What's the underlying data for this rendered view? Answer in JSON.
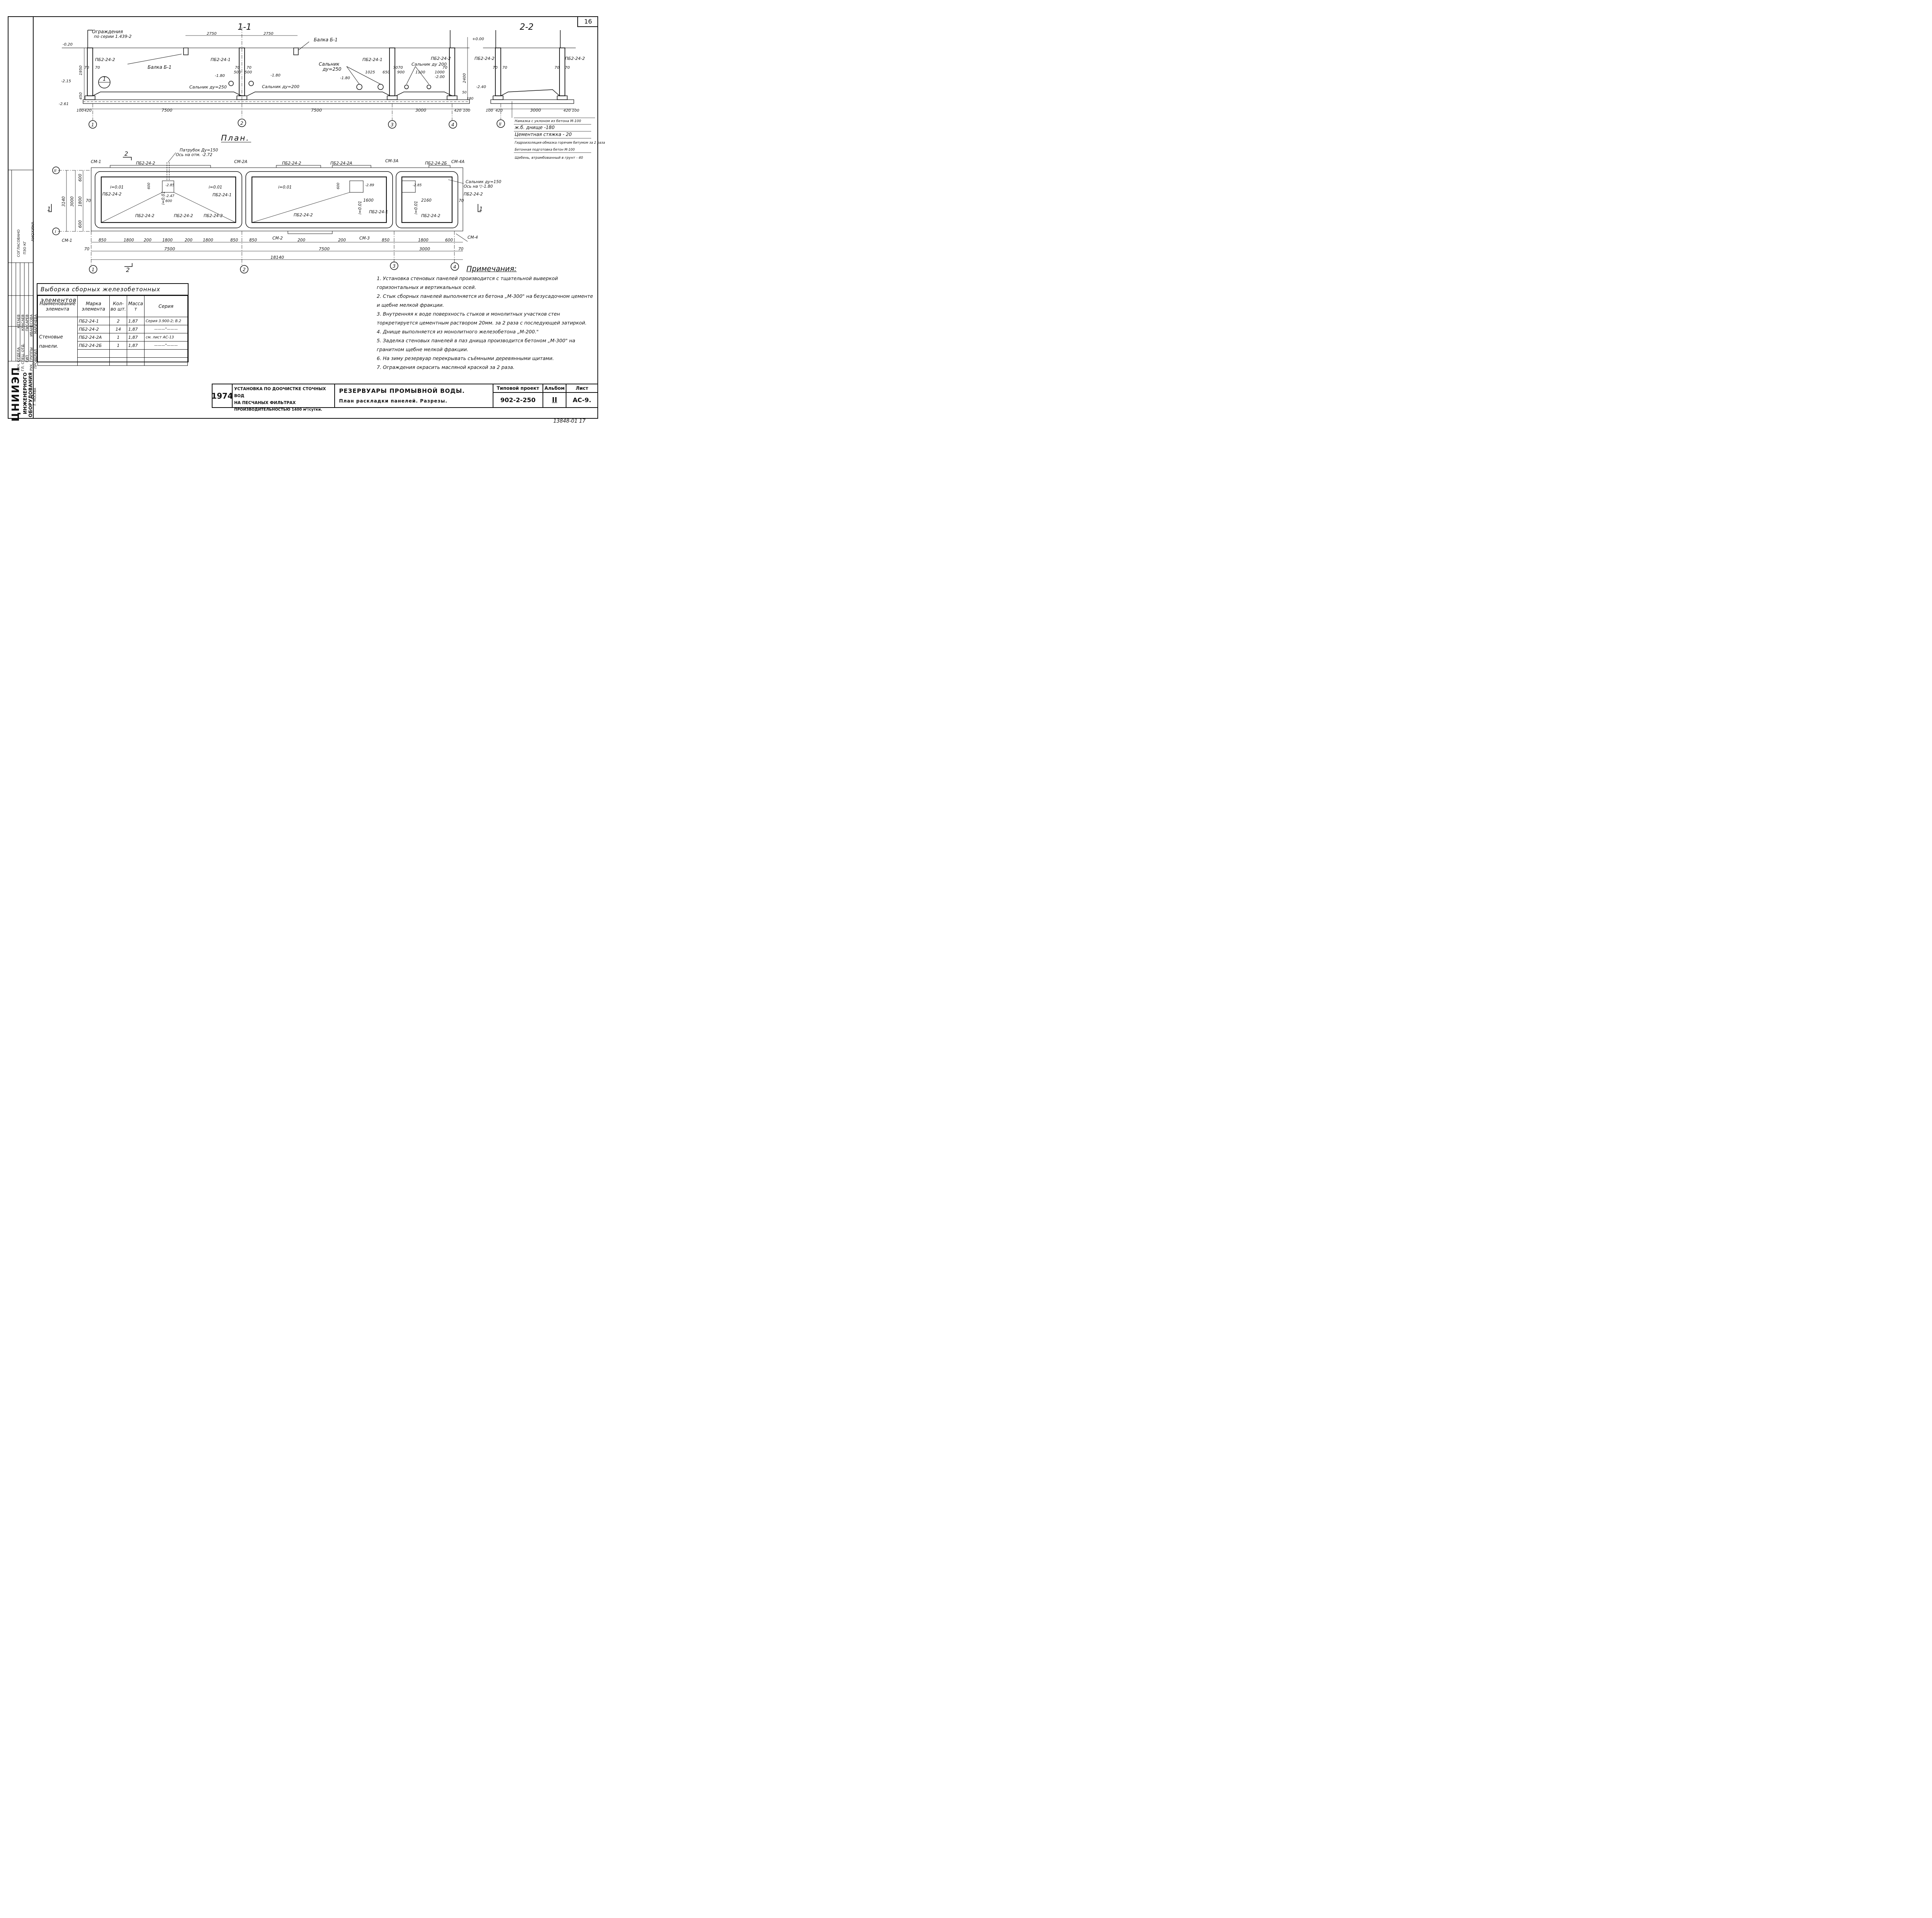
{
  "sheet_number": "16",
  "stamp": "13848-01   17",
  "sidebar": {
    "org": [
      "ЦНИИЭП",
      "ИНЖЕНЕРНОГО",
      "ОБОРУДОВАНИЯ",
      "Г. МОСКВА"
    ],
    "approved": "СОГЛАСОВАНО",
    "approved_rows": [
      "ПЗО КГ",
      "АНОХИНА"
    ],
    "roles": [
      "НАЧ. ОТДЕЛА",
      "ГЛ. СПЕЦ. ОТД.",
      "ГИП",
      "РУК. ГРУППЫ",
      "ПРОВЕРИЛ"
    ],
    "names": [
      "КЕТАЕВ",
      "КРАСАЕВ",
      "ПИСАРЕВ",
      "ИВАНЕСОВА",
      "МАРИЧЕВА"
    ]
  },
  "section_1": {
    "title": "1-1",
    "fence_label": [
      "Ограждения",
      "по серии 1.439-2"
    ],
    "labels": {
      "beam_b1_top": "Балка Б-1",
      "beam_b1_left": "Балка Б-1",
      "panel_1": "ПБ2-24-2",
      "panel_2": "ПБ2-24-1",
      "panel_3": "ПБ2-24-1",
      "panel_4": "ПБ2-24-2",
      "gland_250_a": "Сальник ду=250",
      "gland_200_a": "Сальник ду=200",
      "gland_250_b": [
        "Сальник",
        "ду=250"
      ],
      "gland_200_b": "Сальник ду 200"
    },
    "levels": [
      "-0.20",
      "-2.15",
      "-2.61",
      "-1.80",
      "-1.80",
      "-1.80",
      "-2.00",
      "+0.00",
      "-2.40"
    ],
    "dims_top": [
      "2750",
      "2750"
    ],
    "dims_vertical": [
      "1950",
      "450",
      "2400",
      "50",
      "180"
    ],
    "dims_small": [
      "70",
      "70",
      "70",
      "70",
      "500",
      "500",
      "1025",
      "650",
      "900",
      "1100",
      "1000",
      "70",
      "70",
      "70"
    ],
    "dims_bottom": [
      "100",
      "420",
      "7500",
      "7500",
      "3000",
      "420",
      "100"
    ],
    "axes": [
      "1",
      "2",
      "3",
      "4"
    ],
    "callout": "1"
  },
  "section_2": {
    "title": "2-2",
    "labels": [
      "ПБ2-24-2",
      "ПБ2-24-2"
    ],
    "dims": [
      "70",
      "70",
      "70",
      "70"
    ],
    "dims_bottom": [
      "100",
      "420",
      "3000",
      "420",
      "100"
    ],
    "axis": "II",
    "layers": [
      "Намазка с уклоном из бетона М-100",
      "ж.б. днище  -180",
      "Цементная стяжка - 20",
      "Гидроизоляция-обмазка горячим битумом за 2 раза",
      "Бетонная подготовка бетон М-100",
      "Щебень, втрамбованный в грунт - 40"
    ]
  },
  "plan": {
    "title": "План.",
    "pipe_label": [
      "Патрубок Ду=150",
      "Ось на отм. -2.72"
    ],
    "gland_label": [
      "Сальник ду=150",
      "Ось на ▽-1.80"
    ],
    "section_marks": [
      "1",
      "1",
      "2",
      "2"
    ],
    "cm": [
      "СМ-1",
      "СМ-2А",
      "СМ-3А",
      "СМ-4А",
      "СМ-1",
      "СМ-2",
      "СМ-3",
      "СМ-4"
    ],
    "panels_top": [
      "ПБ2-24-2",
      "ПБ2-24-2",
      "ПБ2-24-2А",
      "ПБ2-24-2Б"
    ],
    "panels_in": [
      "ПБ2-24-2",
      "ПБ2-24-1",
      "ПБ2-24-2",
      "ПБ2-24-2",
      "ПБ2-24-2",
      "ПБ2-24-2",
      "ПБ2-24-1",
      "ПБ2-24-2",
      "ПБ2-24-2"
    ],
    "slopes": [
      "i=0.01",
      "i=0.01",
      "i=0.01",
      "i=0.01",
      "i=0.01",
      "i=0.01"
    ],
    "levels": [
      "-2.85",
      "-2.47",
      "-2.89",
      "-2.85"
    ],
    "dims_inner": [
      "600",
      "600",
      "600",
      "1600",
      "2160"
    ],
    "dims_vertical": [
      "3140",
      "3000",
      "600",
      "1800",
      "600",
      "70",
      "70"
    ],
    "dims_bottom_row": [
      "850",
      "1800",
      "200",
      "1800",
      "200",
      "1800",
      "850",
      "850",
      "200",
      "200",
      "850",
      "1800",
      "600"
    ],
    "dims_total_row": [
      "70",
      "7500",
      "7500",
      "3000",
      "70"
    ],
    "overall": "18140",
    "axes": [
      "1",
      "2",
      "3",
      "4"
    ],
    "axes_side": [
      "II",
      "I"
    ]
  },
  "spec_table": {
    "caption": "Выборка сборных железобетонных элементов",
    "headers": [
      "Наименование элемента",
      "Марка элемента",
      "Кол-во шт.",
      "Масса т",
      "Серия"
    ],
    "group_name": [
      "Стеновые",
      "панели."
    ],
    "rows": [
      [
        "ПБ2-24-1",
        "2",
        "1,87",
        "Серия 3.900-2; В.2"
      ],
      [
        "ПБ2-24-2",
        "14",
        "1,87",
        "———\"———"
      ],
      [
        "ПБ2-24-2А",
        "1",
        "1,87",
        "см. лист АС-13"
      ],
      [
        "ПБ2-24-2Б",
        "1",
        "1,87",
        "———\"———"
      ]
    ]
  },
  "notes": {
    "heading": "Примечания:",
    "items": [
      "1. Установка стеновых панелей производится с тщательной выверкой горизонтальных и вертикальных осей.",
      "2. Стык сборных панелей выполняется из бетона „М-300\" на безусадочном цементе и щебне мелкой фракции.",
      "3. Внутренняя к воде поверхность стыков и монолитных участков стен торкретируется цементным раствором 20мм. за 2 раза с последующей затиркой.",
      "4. Днище выполняется из монолитного железобетона „М-200.\"",
      "5. Заделка стеновых панелей в паз днища производится бетоном „М-300\" на гранитном щебне мелкой фракции.",
      "6. На зиму резервуар перекрывать съёмными деревянными щитами.",
      "7. Ограждения окрасить масляной краской за 2 раза."
    ]
  },
  "title_block": {
    "year": "1974",
    "project": [
      "УСТАНОВКА ПО ДООЧИСТКЕ СТОЧНЫХ ВОД",
      "НА ПЕСЧАНЫХ ФИЛЬТРАХ",
      "ПРОИЗВОДИТЕЛЬНОСТЬЮ 1400 м³/сутки."
    ],
    "sheet_title": [
      "РЕЗЕРВУАРЫ  ПРОМЫВНОЙ  ВОДЫ.",
      "План раскладки панелей. Разрезы."
    ],
    "type_label": "Типовой проект",
    "type_value": "902-2-250",
    "album_label": "Альбом",
    "album_value": "II",
    "list_label": "Лист",
    "list_value": "АС-9."
  }
}
